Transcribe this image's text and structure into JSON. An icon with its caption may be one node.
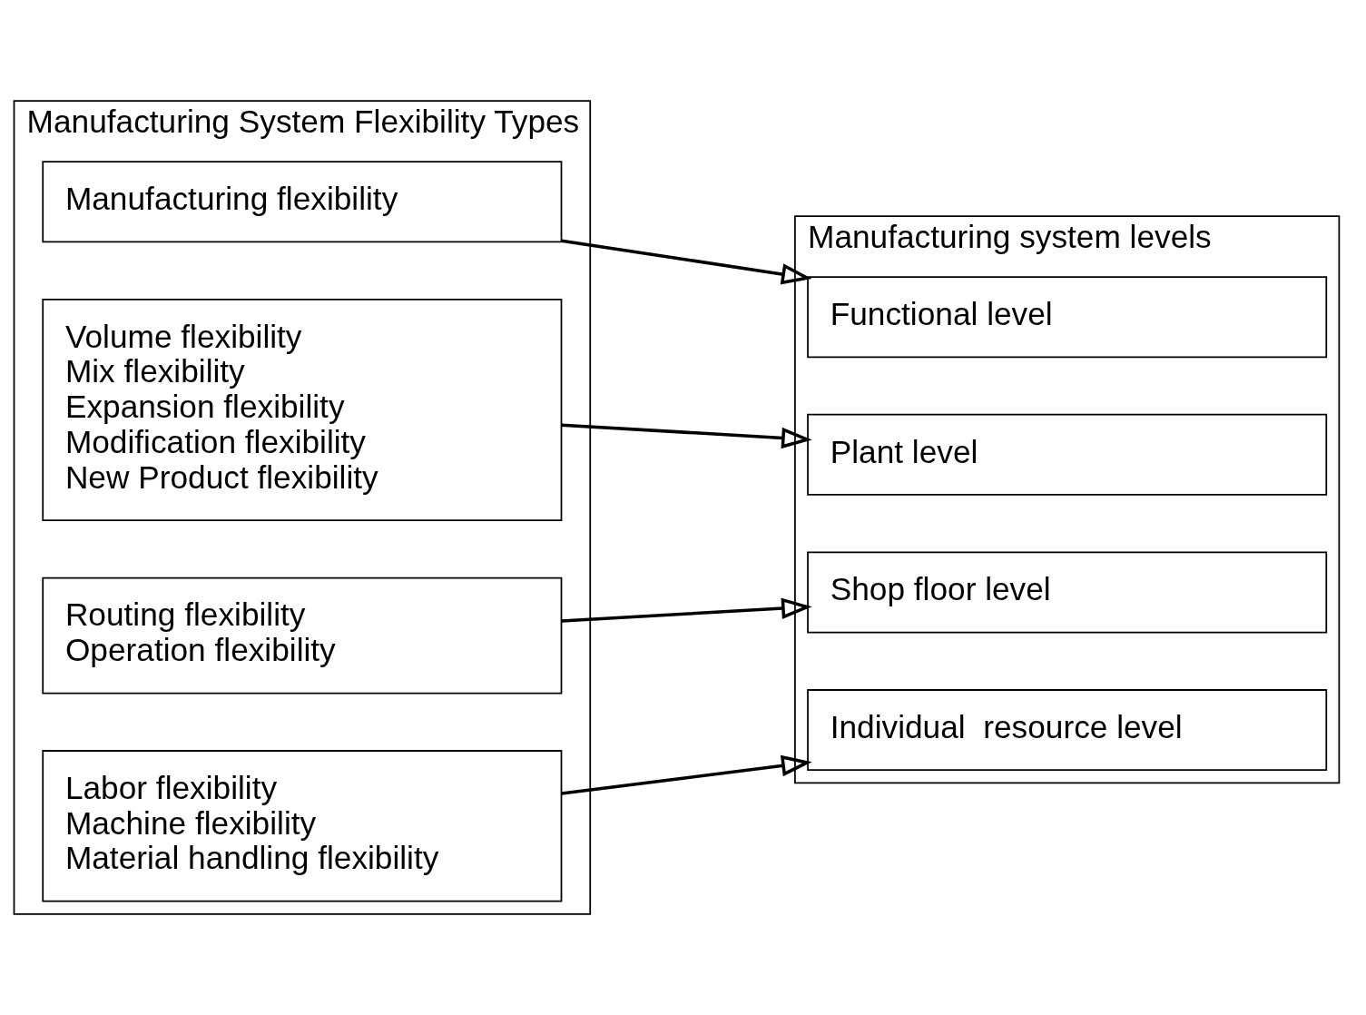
{
  "diagram": {
    "nodes": [
      {
        "text": [
          "Manufacturing System Flexibility Types"
        ]
      },
      {
        "text": [
          "Manufacturing flexibility"
        ],
        "in": 0
      },
      {
        "text": [
          "Volume flexibility",
          "Mix flexibility",
          "Expansion flexibility",
          "Modification flexibility",
          "New Product flexibility"
        ],
        "in": 0
      },
      {
        "text": [
          "Routing flexibility",
          "Operation flexibility"
        ],
        "in": 0
      },
      {
        "text": [
          "Labor flexibility",
          "Machine flexibility",
          "Material handling flexibility"
        ],
        "in": 0
      },
      {
        "text": [
          "Manufacturing system levels"
        ]
      },
      {
        "text": [
          "Functional level"
        ],
        "in": 5
      },
      {
        "text": [
          "Plant level"
        ],
        "in": 5
      },
      {
        "text": [
          "Shop floor level"
        ],
        "in": 5
      },
      {
        "text": [
          "Individual  resource level"
        ],
        "in": 5
      }
    ],
    "edges": [
      {
        "from": 1,
        "to": 6,
        "arrow": "to"
      },
      {
        "from": 2,
        "to": 7,
        "arrow": "to"
      },
      {
        "from": 3,
        "to": 8,
        "arrow": "to"
      },
      {
        "from": 4,
        "to": 9,
        "arrow": "to"
      }
    ]
  }
}
